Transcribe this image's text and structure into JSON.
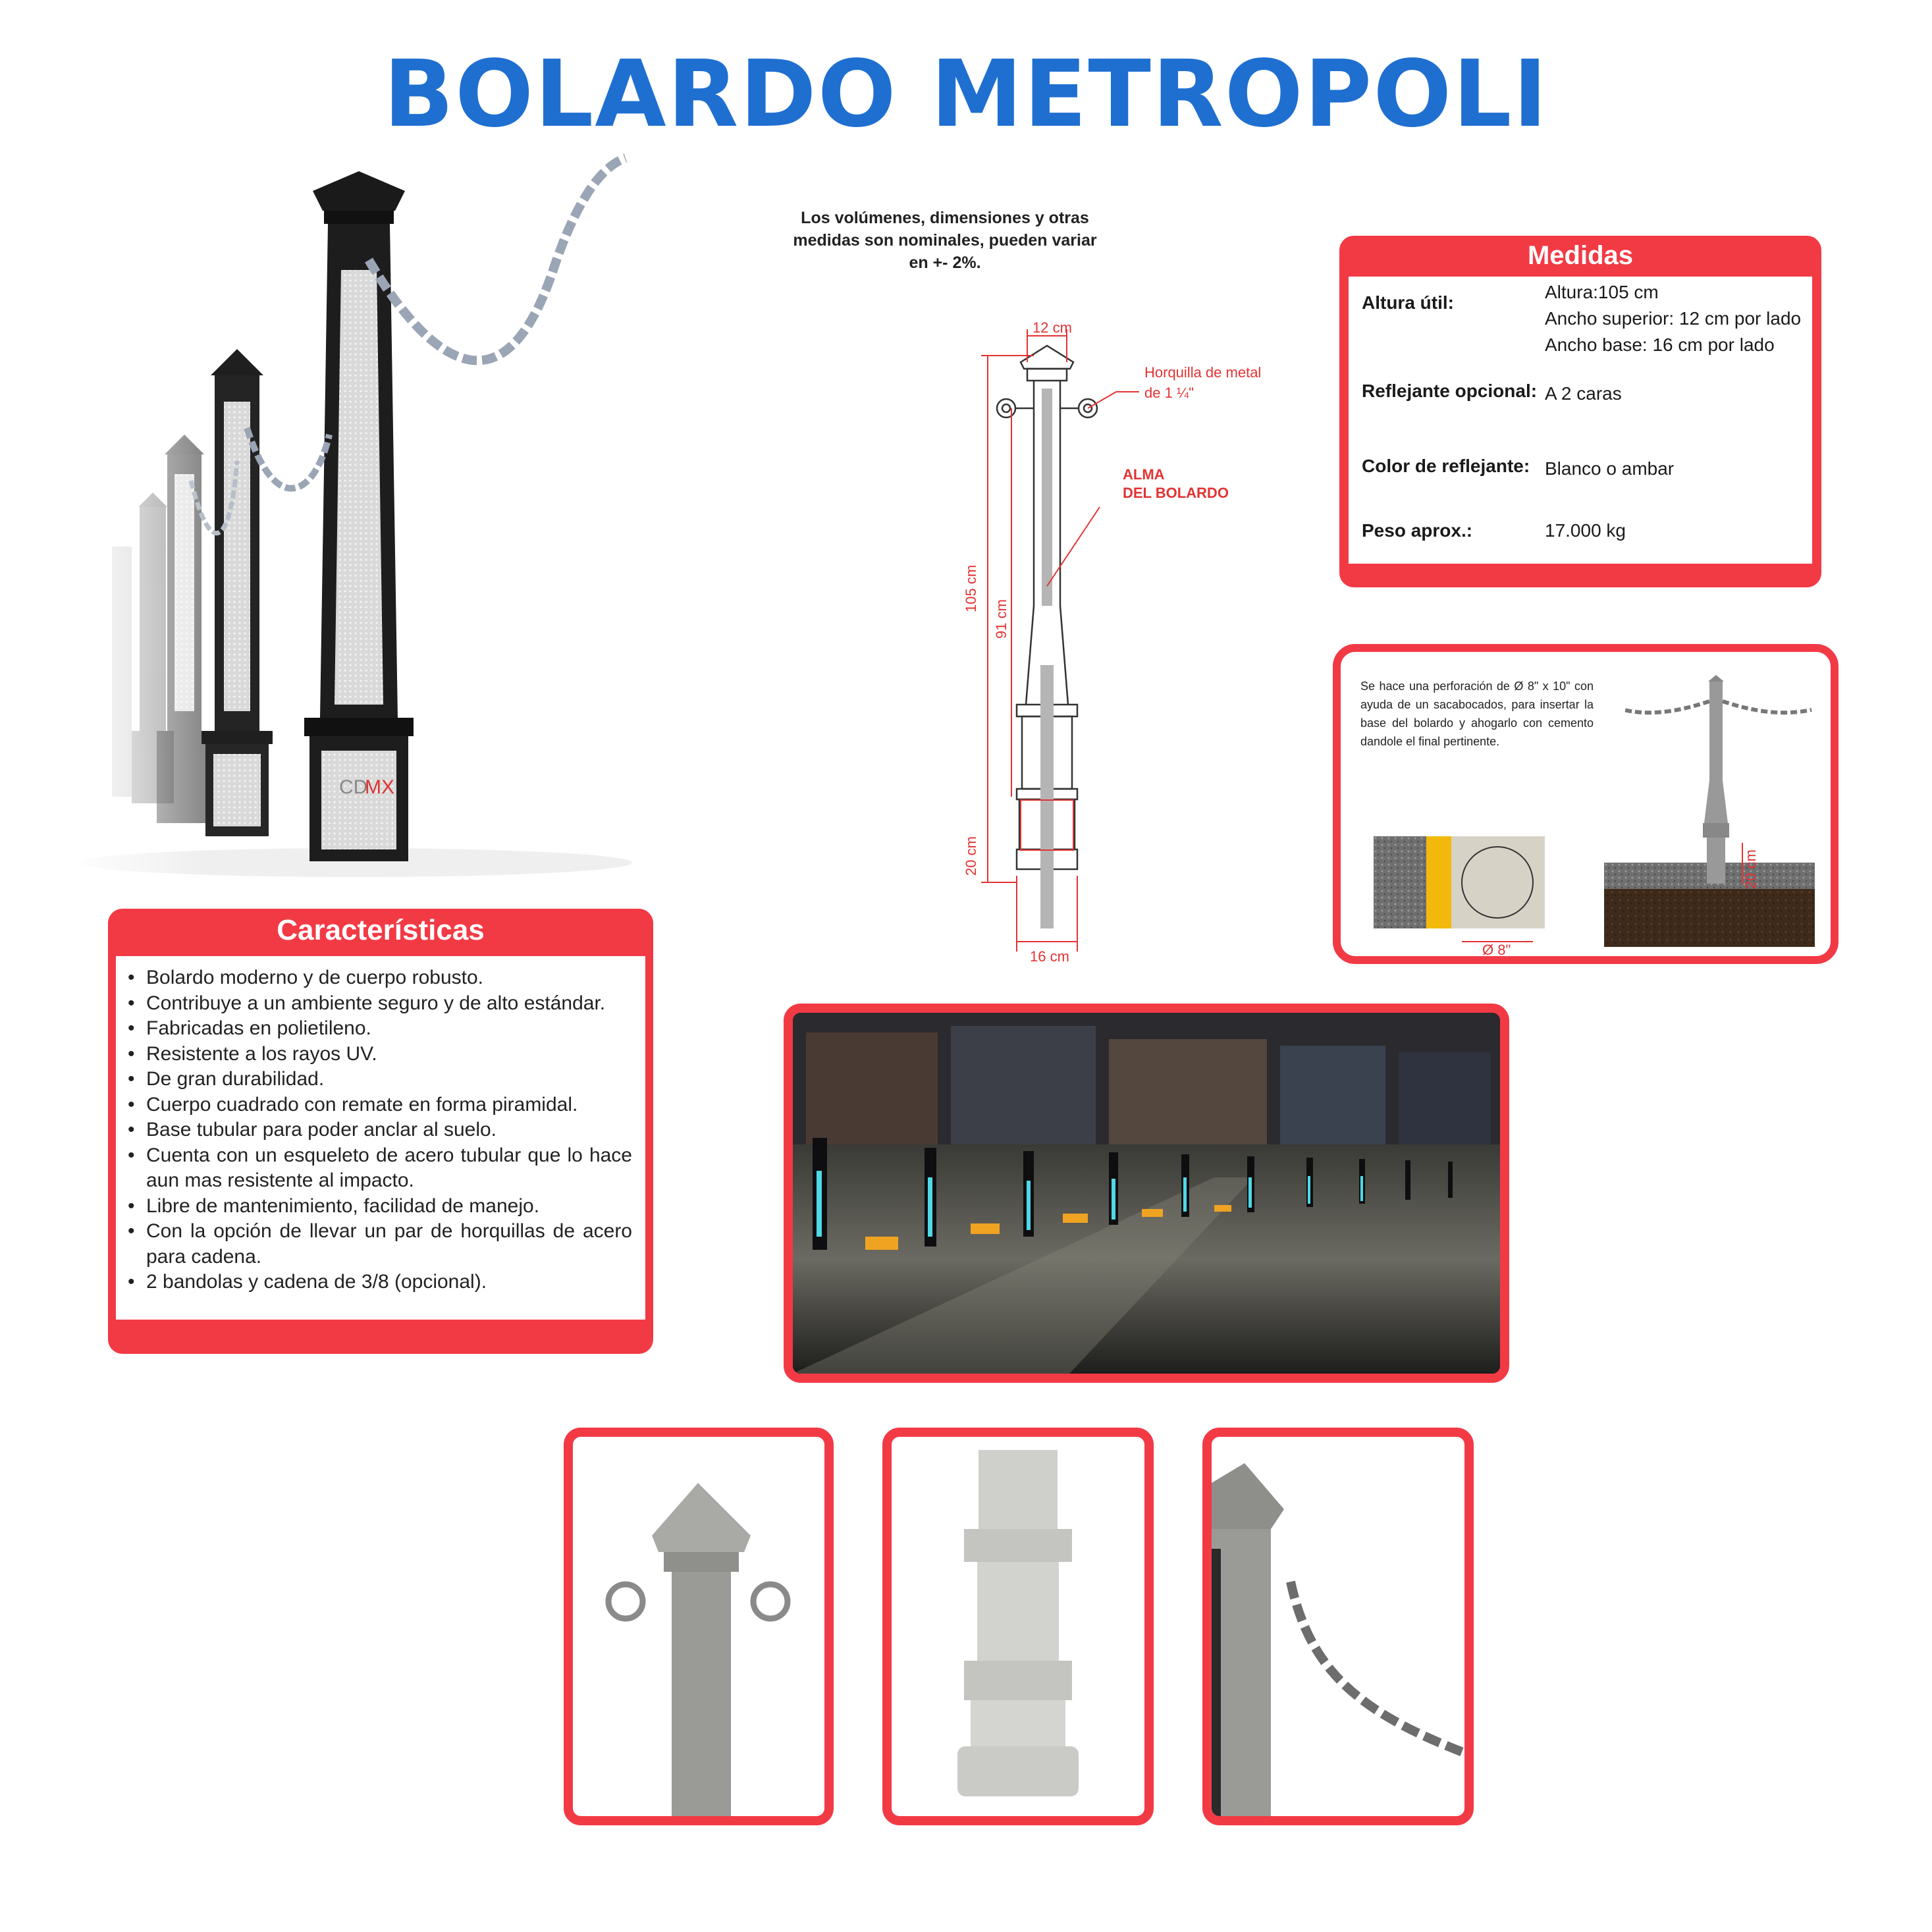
{
  "title": "BOLARDO METROPOLI",
  "note": "Los volúmenes, dimensiones y otras medidas son nominales, pueden variar en +- 2%.",
  "medidas": {
    "heading": "Medidas",
    "rows": [
      {
        "label": "Altura útil:",
        "values": [
          "Altura:105 cm",
          "Ancho superior: 12 cm por lado",
          "Ancho base: 16 cm por lado"
        ]
      },
      {
        "label": "Reflejante opcional:",
        "values": [
          "A 2 caras"
        ]
      },
      {
        "label": "Color de reflejante:",
        "values": [
          "Blanco o ambar"
        ]
      },
      {
        "label": "Peso aprox.:",
        "values": [
          "17.000 kg"
        ]
      }
    ]
  },
  "caracteristicas": {
    "heading": "Características",
    "items": [
      "Bolardo moderno y de cuerpo robusto.",
      "Contribuye a un ambiente seguro y de alto estándar.",
      "Fabricadas en polietileno.",
      "Resistente a los rayos UV.",
      "De gran durabilidad.",
      "Cuerpo cuadrado con remate en forma piramidal.",
      "Base tubular para poder anclar al suelo.",
      "Cuenta con un esqueleto de acero tubular que lo hace aun mas resistente al impacto.",
      "Libre de mantenimiento, facilidad de manejo.",
      "Con la opción de llevar un par de horquillas de acero para cadena.",
      "2 bandolas y cadena de 3/8 (opcional)."
    ]
  },
  "drawing": {
    "top_width": "12 cm",
    "base_width": "16 cm",
    "height_total": "105 cm",
    "height_body": "91 cm",
    "height_base": "20 cm",
    "callout_hook": [
      "Horquilla de metal",
      "de 1 ¼\""
    ],
    "callout_core": [
      "ALMA",
      "DEL BOLARDO"
    ]
  },
  "install": {
    "text": "Se hace una perforación de Ø 8\" x 10\" con ayuda de un sacabocados, para insertar la base del bolardo y ahogarlo con cemento dandole el final pertinente.",
    "dim_diameter": "Ø 8\"",
    "dim_depth": "20 cm"
  },
  "branding": {
    "logo_text_a": "CD",
    "logo_text_b": "MX"
  },
  "colors": {
    "title_blue": "#1f6fd1",
    "accent_red": "#f23a45"
  }
}
